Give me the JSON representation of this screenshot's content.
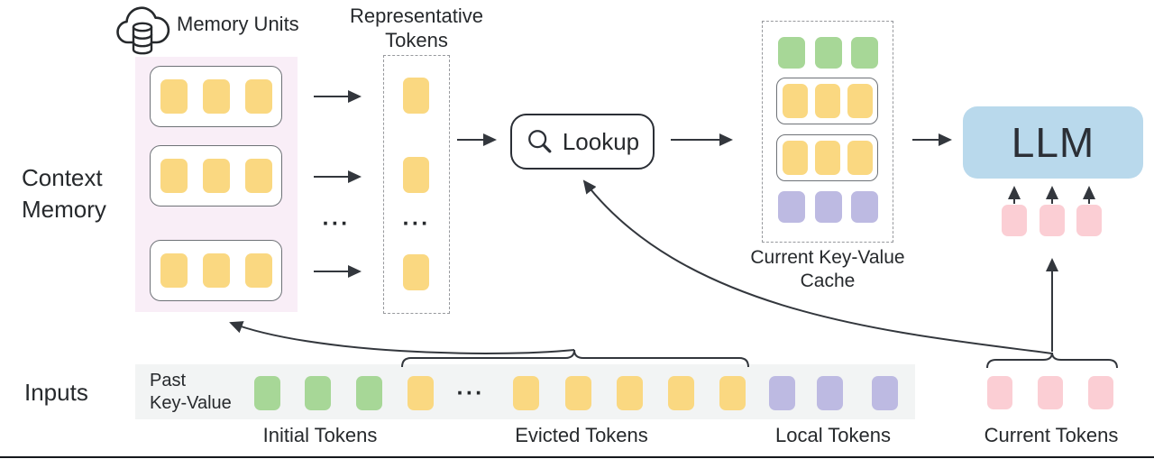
{
  "labels": {
    "memory_units": "Memory Units",
    "representative_line1": "Representative",
    "representative_line2": "Tokens",
    "context_line1": "Context",
    "context_line2": "Memory",
    "lookup": "Lookup",
    "cache_line1": "Current Key-Value",
    "cache_line2": "Cache",
    "llm": "LLM",
    "inputs": "Inputs",
    "past_kv_line1": "Past",
    "past_kv_line2": "Key-Value",
    "initial_tokens": "Initial Tokens",
    "evicted_tokens": "Evicted Tokens",
    "local_tokens": "Local Tokens",
    "current_tokens": "Current Tokens",
    "ellipsis": "···"
  },
  "colors": {
    "token_yellow": "#FAD881",
    "token_green": "#A7D797",
    "token_purple": "#BDBAE2",
    "token_pink": "#FBCED4",
    "llm_blue": "#B9D9EC",
    "memory_bg": "#F9EEF7",
    "band_bg": "#F2F4F4",
    "line": "#33373D",
    "text": "#26292C"
  },
  "structure": {
    "memory_unit_rows": 3,
    "tokens_per_memory_unit": 3,
    "representative_tokens_shown": 3,
    "cache_rows": [
      "green x3",
      "boxed yellow x3",
      "boxed yellow x3",
      "purple x3"
    ],
    "input_sequence": [
      "green x3",
      "yellow x1",
      "ellipsis",
      "yellow x5",
      "purple x3"
    ],
    "current_tokens": 3,
    "llm_input_tokens": 3
  }
}
